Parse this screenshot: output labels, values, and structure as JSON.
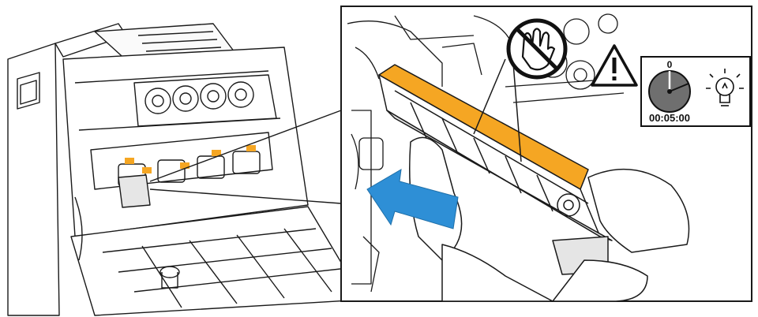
{
  "illustration": {
    "subject": "drum-cartridge-installation",
    "colors": {
      "accent": "#F5A623",
      "arrow": "#2E8FD6",
      "line": "#1a1a1a",
      "timer_fill": "#6f6f6f"
    }
  },
  "icons": {
    "no_touch": "no-touch-icon",
    "warning": "warning-triangle-icon",
    "timer": "timer-dial-icon",
    "light": "light-bulb-icon",
    "insert_direction": "insert-arrow-icon"
  },
  "timer": {
    "dial_label": "0",
    "time": "00:05:00"
  }
}
